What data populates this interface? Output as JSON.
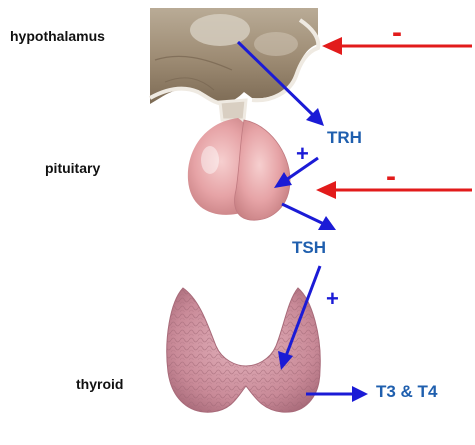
{
  "labels": {
    "hypothalamus": "hypothalamus",
    "pituitary": "pituitary",
    "thyroid": "thyroid"
  },
  "hormones": {
    "trh": "TRH",
    "tsh": "TSH",
    "t3_t4": "T3 & T4"
  },
  "signs": {
    "negative_1": "-",
    "negative_2": "-",
    "positive_1": "+",
    "positive_2": "+"
  },
  "colors": {
    "stimulation": "#1b1bd6",
    "inhibition": "#e21b1b",
    "hormone_text": "#1f5fae",
    "tissue_pink": "#e9a6a6",
    "thyroid_pink": "#c98a98"
  }
}
